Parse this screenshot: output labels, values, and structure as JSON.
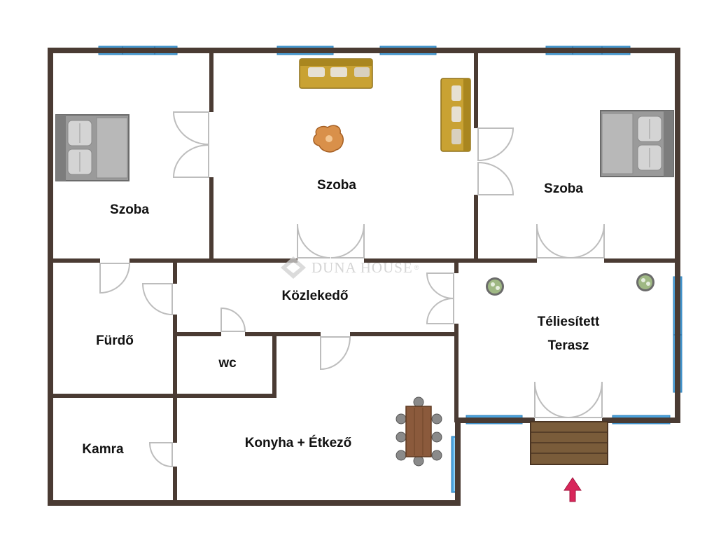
{
  "rooms": {
    "szoba_left": "Szoba",
    "szoba_center": "Szoba",
    "szoba_right": "Szoba",
    "kozlekedo": "Közlekedő",
    "furdo": "Fürdő",
    "wc": "wc",
    "kamra": "Kamra",
    "konyha": "Konyha + Étkező",
    "terasz_line1": "Téliesített",
    "terasz_line2": "Terasz"
  },
  "watermark": {
    "text": "DUNA HOUSE",
    "reg": "®"
  },
  "colors": {
    "wall": "#4a3b33",
    "window": "#4aa3de",
    "door_leaf": "#bdbdbd",
    "sofa": "#c9a233",
    "stairs": "#7a5c3a",
    "entrance_arrow": "#d8265a"
  }
}
